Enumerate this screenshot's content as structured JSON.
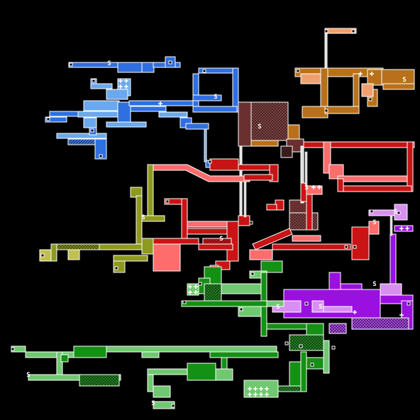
{
  "map": {
    "background": "#000000",
    "regions": [
      {
        "id": "blue",
        "color": "#2f6fe0",
        "light": "#6aa8ef",
        "dark": "#1c3f8f"
      },
      {
        "id": "brown",
        "color": "#b8711a",
        "light": "#f0a070",
        "dark": "#6a3e10"
      },
      {
        "id": "maroon",
        "color": "#7a3f3f",
        "light": "#a06060",
        "dark": "#3a1c1c"
      },
      {
        "id": "red",
        "color": "#c81414",
        "light": "#ff6c6c",
        "dark": "#6a0a0a"
      },
      {
        "id": "olive",
        "color": "#8e9a1e",
        "light": "#c0c050",
        "dark": "#4a5010"
      },
      {
        "id": "purple",
        "color": "#9a10e0",
        "light": "#d890f0",
        "dark": "#4a0a70"
      },
      {
        "id": "green",
        "color": "#149014",
        "light": "#70c870",
        "dark": "#0a4a0a"
      }
    ],
    "save_marker": "S",
    "icons": {
      "save": "save-station-icon",
      "item": "item-icon",
      "door": "door-icon",
      "elevator": "elevator-icon",
      "map": "map-station-icon",
      "refill": "refill-station-icon"
    }
  }
}
